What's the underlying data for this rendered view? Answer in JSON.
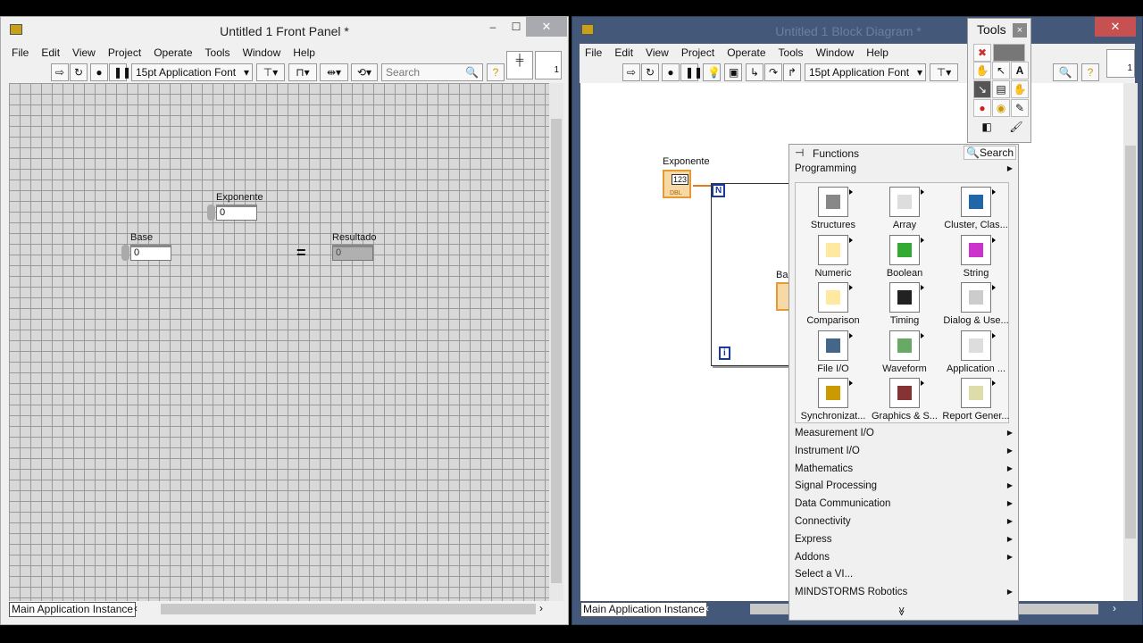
{
  "front_panel": {
    "title": "Untitled 1 Front Panel *",
    "menu": [
      "File",
      "Edit",
      "View",
      "Project",
      "Operate",
      "Tools",
      "Window",
      "Help"
    ],
    "font_select": "15pt Application Font",
    "search_placeholder": "Search",
    "status": "Main Application Instance",
    "connector_num": "1",
    "controls": {
      "exponente": {
        "label": "Exponente",
        "value": "0"
      },
      "base": {
        "label": "Base",
        "value": "0"
      },
      "equals": "=",
      "resultado": {
        "label": "Resultado",
        "value": "0"
      }
    }
  },
  "block_diagram": {
    "title": "Untitled 1 Block Diagram *",
    "menu": [
      "File",
      "Edit",
      "View",
      "Project",
      "Operate",
      "Tools",
      "Window",
      "Help"
    ],
    "font_select": "15pt Application Font",
    "status": "Main Application Instance",
    "connector_num": "1",
    "exponente_label": "Exponente",
    "exponente_icon": "123",
    "exponente_type": "DBL",
    "base_label_partial": "Ba",
    "loop_count": "N",
    "loop_iter": "i"
  },
  "tools_palette": {
    "title": "Tools",
    "close": "×"
  },
  "functions_palette": {
    "title": "Functions",
    "search": "Search",
    "category": "Programming",
    "items": [
      {
        "label": "Structures",
        "icon": "structures-icon"
      },
      {
        "label": "Array",
        "icon": "array-icon"
      },
      {
        "label": "Cluster, Clas...",
        "icon": "cluster-icon"
      },
      {
        "label": "Numeric",
        "icon": "numeric-icon"
      },
      {
        "label": "Boolean",
        "icon": "boolean-icon"
      },
      {
        "label": "String",
        "icon": "string-icon"
      },
      {
        "label": "Comparison",
        "icon": "comparison-icon"
      },
      {
        "label": "Timing",
        "icon": "timing-icon"
      },
      {
        "label": "Dialog & Use...",
        "icon": "dialog-icon"
      },
      {
        "label": "File I/O",
        "icon": "file-io-icon"
      },
      {
        "label": "Waveform",
        "icon": "waveform-icon"
      },
      {
        "label": "Application ...",
        "icon": "application-icon"
      },
      {
        "label": "Synchronizat...",
        "icon": "synchronization-icon"
      },
      {
        "label": "Graphics & S...",
        "icon": "graphics-icon"
      },
      {
        "label": "Report Gener...",
        "icon": "report-icon"
      }
    ],
    "categories": [
      "Measurement I/O",
      "Instrument I/O",
      "Mathematics",
      "Signal Processing",
      "Data Communication",
      "Connectivity",
      "Express",
      "Addons",
      "Select a VI...",
      "MINDSTORMS Robotics"
    ],
    "more": "≫"
  }
}
